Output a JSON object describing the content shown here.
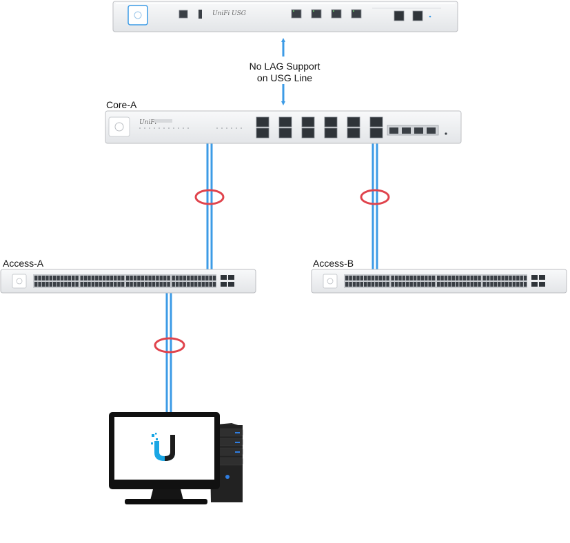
{
  "title": "",
  "devices": {
    "usg": {
      "brand_text": "UniFi",
      "model_text": "USG"
    },
    "core": {
      "label": "Core-A",
      "brand_text": "UniFi"
    },
    "access_a": {
      "label": "Access-A"
    },
    "access_b": {
      "label": "Access-B"
    }
  },
  "annotation": {
    "line1": "No LAG Support",
    "line2": "on USG Line"
  },
  "colors": {
    "link": "#3c9be6",
    "lag_ring": "#e0434c",
    "device_body": "#f0f1f3",
    "device_border": "#bcbec2",
    "port": "#3a3f45",
    "monitor": "#111111",
    "logo_blue": "#1aa6e4"
  },
  "icons": [
    "unifi-logo-icon",
    "workstation-icon",
    "monitor-icon",
    "tower-icon"
  ]
}
